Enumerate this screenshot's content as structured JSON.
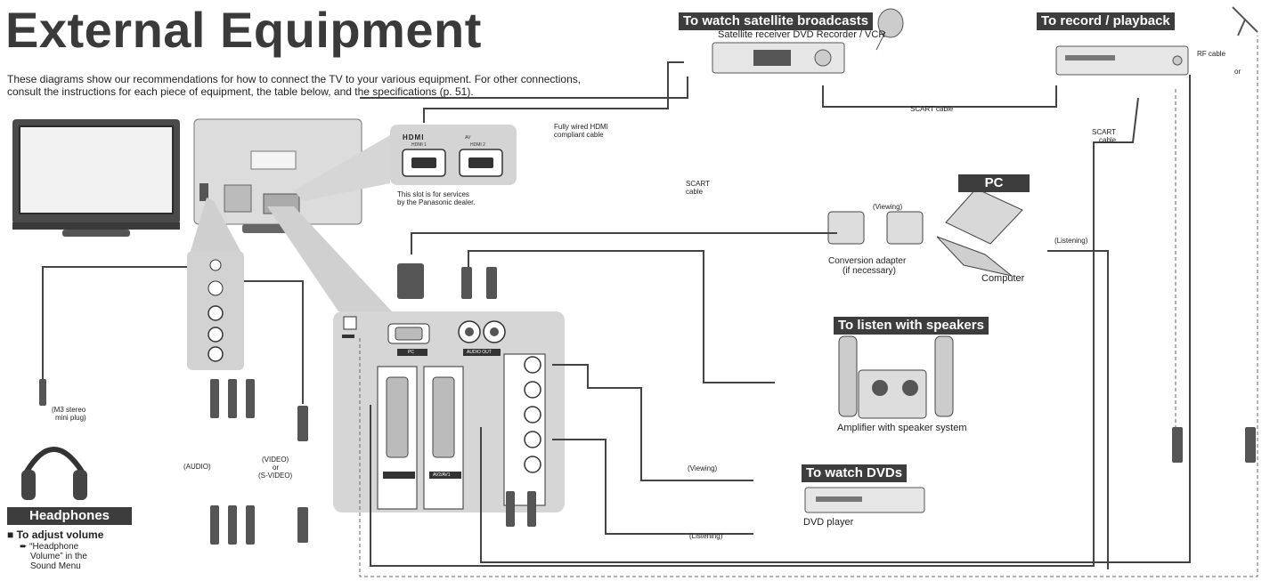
{
  "title": "External Equipment",
  "intro": "These diagrams show our recommendations for how to connect the TV to your various equipment. For other connections, consult the instructions for each piece of equipment, the table below, and the specifications (p. 51).",
  "sections": {
    "satellite": {
      "banner": "To watch satellite broadcasts",
      "device": "Satellite receiver DVD Recorder / VCR"
    },
    "record": {
      "banner": "To record / playback"
    },
    "pc": {
      "banner": "PC",
      "computer": "Computer",
      "adapter": "Conversion adapter",
      "adapter_note": "(if necessary)",
      "viewing": "(Viewing)",
      "listening": "(Listening)"
    },
    "speakers": {
      "banner": "To listen with speakers",
      "amplifier": "Amplifier with speaker system"
    },
    "dvd": {
      "banner": "To watch DVDs",
      "player": "DVD player",
      "viewing": "(Viewing)",
      "listening": "(Listening)"
    },
    "headphones": {
      "banner": "Headphones",
      "adjust": "To adjust volume",
      "hint_line1": "“Headphone",
      "hint_line2": "Volume” in the",
      "hint_line3": "Sound Menu",
      "plug_line1": "(M3 stereo",
      "plug_line2": "mini plug)"
    }
  },
  "cables": {
    "hdmi_line1": "Fully wired HDMI",
    "hdmi_line2": "compliant cable",
    "scart_a_line1": "SCART",
    "scart_a_line2": "cable",
    "scart_mid": "SCART cable",
    "scart_b_line1": "SCART",
    "scart_b_line2": "cable",
    "rf": "RF cable",
    "or": "or"
  },
  "tv_panel": {
    "slot_line1": "This slot is for services",
    "slot_line2": "by the Panasonic dealer.",
    "hdmi_brand": "HDMI",
    "av": "AV",
    "hdmi1": "HDMI 1",
    "hdmi2": "HDMI 2",
    "pc_label": "PC",
    "audio_out": "AUDIO OUT",
    "av2": "AV2/AV1"
  },
  "side_panel": {
    "audio": "(AUDIO)",
    "video_line1": "(VIDEO)",
    "video_line2": "or",
    "video_line3": "(S-VIDEO)"
  }
}
